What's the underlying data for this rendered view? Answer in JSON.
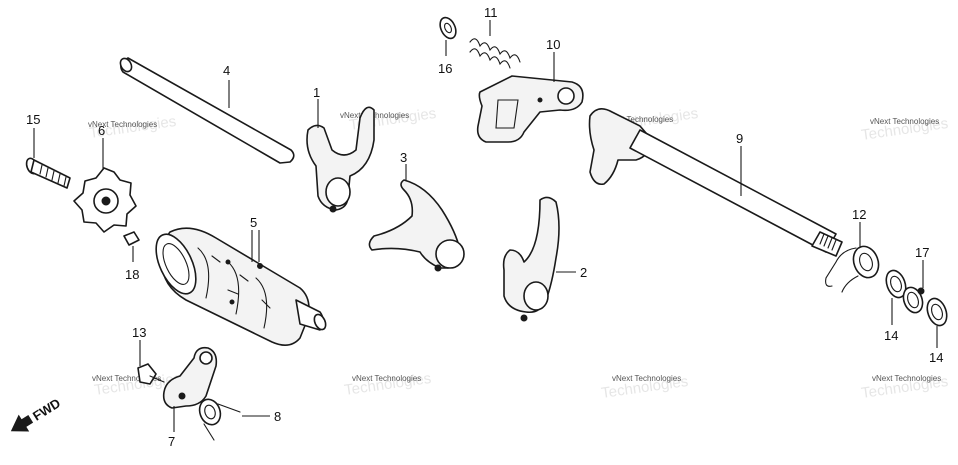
{
  "callouts": {
    "c1": "1",
    "c2": "2",
    "c3": "3",
    "c4": "4",
    "c5": "5",
    "c6": "6",
    "c7": "7",
    "c8": "8",
    "c9": "9",
    "c10": "10",
    "c11": "11",
    "c12": "12",
    "c13": "13",
    "c14a": "14",
    "c14b": "14",
    "c15": "15",
    "c16": "16",
    "c17": "17",
    "c18": "18"
  },
  "watermark": {
    "text": "vNext Technologies",
    "ghost": "Technologies"
  },
  "fwd": {
    "label": "FWD"
  }
}
